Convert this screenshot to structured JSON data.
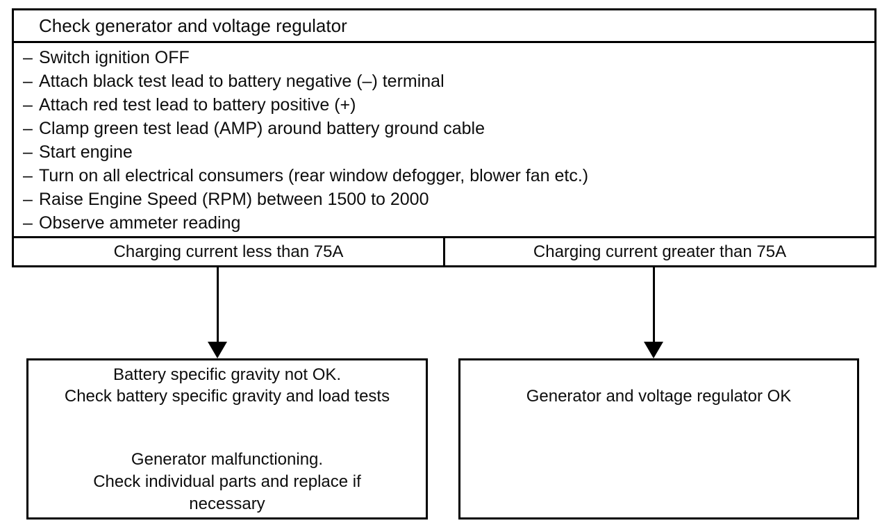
{
  "flowchart": {
    "title": "Check generator and voltage regulator",
    "step_dash": "–",
    "steps": [
      "Switch ignition OFF",
      "Attach black test lead to battery negative (–) terminal",
      "Attach red test lead to battery positive (+)",
      "Clamp green test lead (AMP) around battery ground cable",
      "Start engine",
      "Turn on all electrical consumers (rear window defogger, blower fan etc.)",
      "Raise Engine Speed (RPM) between 1500 to 2000",
      "Observe ammeter reading"
    ],
    "branches": {
      "left": {
        "condition": "Charging current less than 75A",
        "result_top": [
          "Battery specific gravity not OK.",
          "Check battery specific gravity and load tests"
        ],
        "result_bottom": [
          "Generator malfunctioning.",
          "Check individual parts and replace if",
          "necessary"
        ]
      },
      "right": {
        "condition": "Charging current greater than 75A",
        "result": "Generator and voltage regulator OK"
      }
    },
    "colors": {
      "ink": "#000000",
      "paper": "#ffffff"
    }
  }
}
